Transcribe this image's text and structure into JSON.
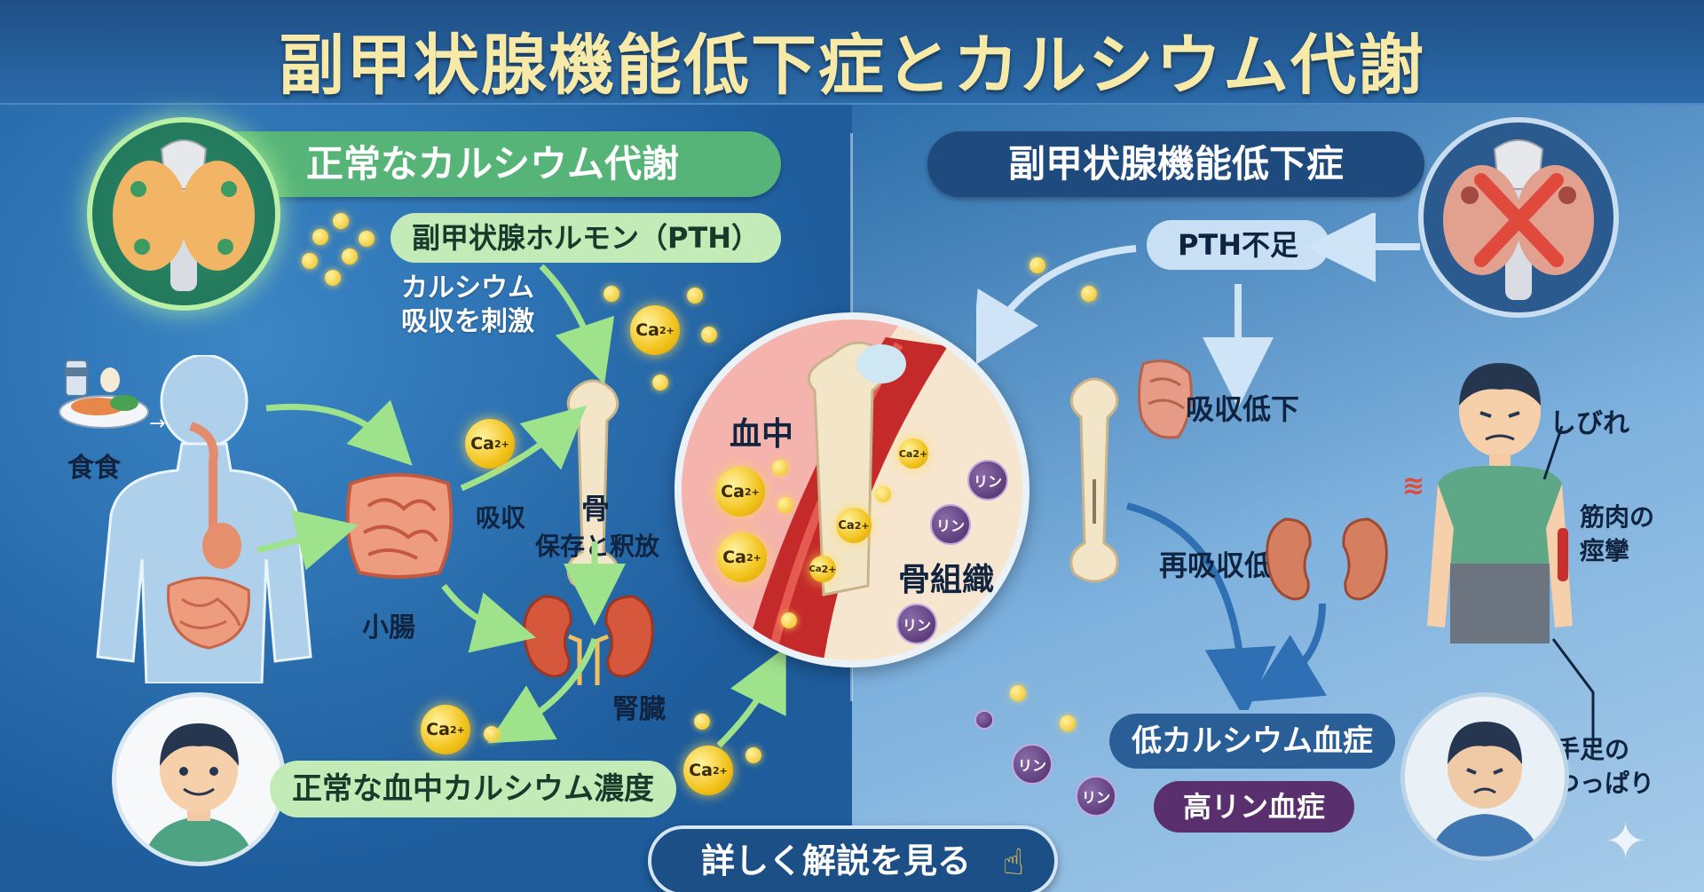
{
  "title": "副甲状腺機能低下症とカルシウム代謝",
  "left": {
    "heading": "正常なカルシウム代謝",
    "pth_label": "副甲状腺ホルモン（PTH）",
    "stimulate_label": "カルシウム\n吸収を刺激",
    "food_label": "食食",
    "intestine_label": "小腸",
    "absorb_label": "吸収",
    "bone_label": "骨",
    "bone_sub_label": "保存と釈放",
    "kidney_label": "腎臓",
    "normal_level_label": "正常な血中カルシウム濃度"
  },
  "center": {
    "blood_label": "血中",
    "bone_tissue_label": "骨組織"
  },
  "right": {
    "heading": "副甲状腺機能低下症",
    "pth_deficit_label": "PTH不足",
    "absorb_down_label": "吸収低下",
    "reabsorb_down_label": "再吸収低下",
    "numbness_label": "しびれ",
    "cramp_label": "筋肉の\n痙攣",
    "tetany_label": "手足の\nつっぱり",
    "hypocalcemia_label": "低カルシウム血症",
    "hyperphosphatemia_label": "高リン血症"
  },
  "button": {
    "label": "詳しく解説を見る"
  },
  "ca_text": "Ca",
  "ca_charge": "2+",
  "rin_text": "リン",
  "colors": {
    "title": "#f7e9a8",
    "green_pill": "#5dbd7e",
    "light_green_pill": "#bfe8b4",
    "navy_pill": "#1f4a7d",
    "calcium": "#f2c21a",
    "phosphate": "#4a2c69",
    "kidney": "#d5583c",
    "blood_vessel": "#c42a2a"
  }
}
